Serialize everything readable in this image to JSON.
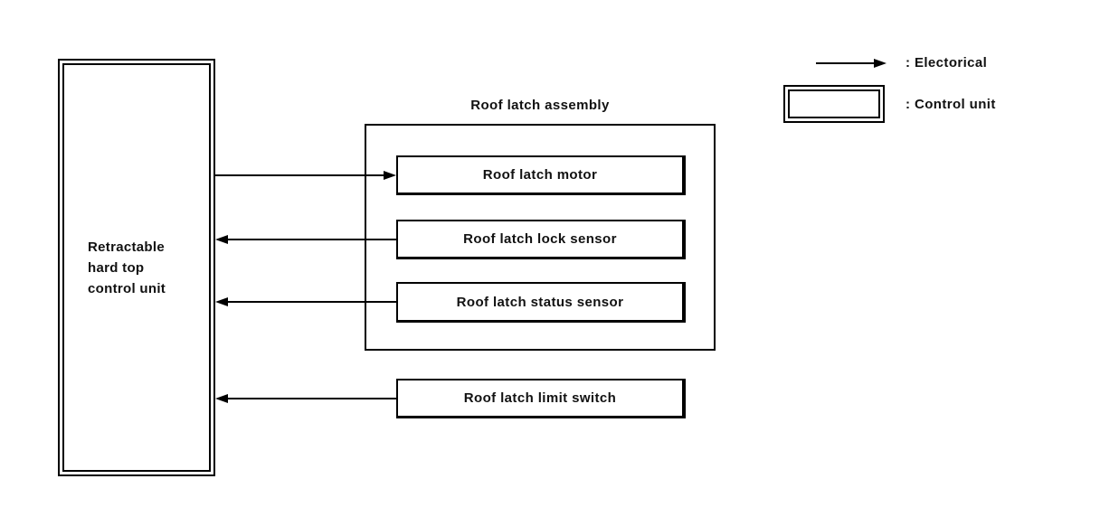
{
  "colors": {
    "line": "#000000",
    "background": "#ffffff",
    "text": "#111111"
  },
  "control_unit": {
    "label": "Retractable hard top control unit",
    "lines": [
      "Retractable",
      "hard top",
      "control unit"
    ]
  },
  "assembly": {
    "title": "Roof latch assembly",
    "components": [
      "Roof latch motor",
      "Roof latch lock sensor",
      "Roof latch status sensor"
    ]
  },
  "standalone_components": [
    "Roof latch limit switch"
  ],
  "connections": [
    {
      "from": "Retractable hard top control unit",
      "to": "Roof latch motor",
      "type": "electrical",
      "arrow_direction": "right"
    },
    {
      "from": "Roof latch lock sensor",
      "to": "Retractable hard top control unit",
      "type": "electrical",
      "arrow_direction": "left"
    },
    {
      "from": "Roof latch status sensor",
      "to": "Retractable hard top control unit",
      "type": "electrical",
      "arrow_direction": "left"
    },
    {
      "from": "Roof latch limit switch",
      "to": "Retractable hard top control unit",
      "type": "electrical",
      "arrow_direction": "left"
    }
  ],
  "legend": {
    "electrical": ": Electorical",
    "control_unit": ": Control unit"
  }
}
